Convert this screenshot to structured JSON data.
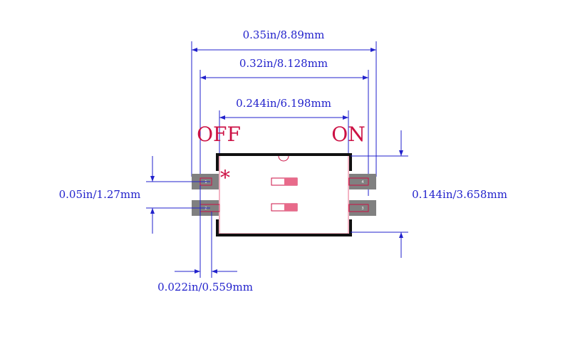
{
  "labels": {
    "off": "OFF",
    "on": "ON",
    "pin1_marker": "*"
  },
  "dimensions": {
    "overall_width": "0.35in/8.89mm",
    "pad_span": "0.32in/8.128mm",
    "body_width": "0.244in/6.198mm",
    "pitch": "0.05in/1.27mm",
    "height": "0.144in/3.658mm",
    "pad_width": "0.022in/0.559mm"
  },
  "pin_numbers": {
    "left_top": "1",
    "left_bottom": "2",
    "right_top": "4",
    "right_bottom": "3"
  },
  "colors": {
    "dimension": "#2222cc",
    "label": "#cc1144",
    "pad": "#808080",
    "outline": "#111111"
  }
}
